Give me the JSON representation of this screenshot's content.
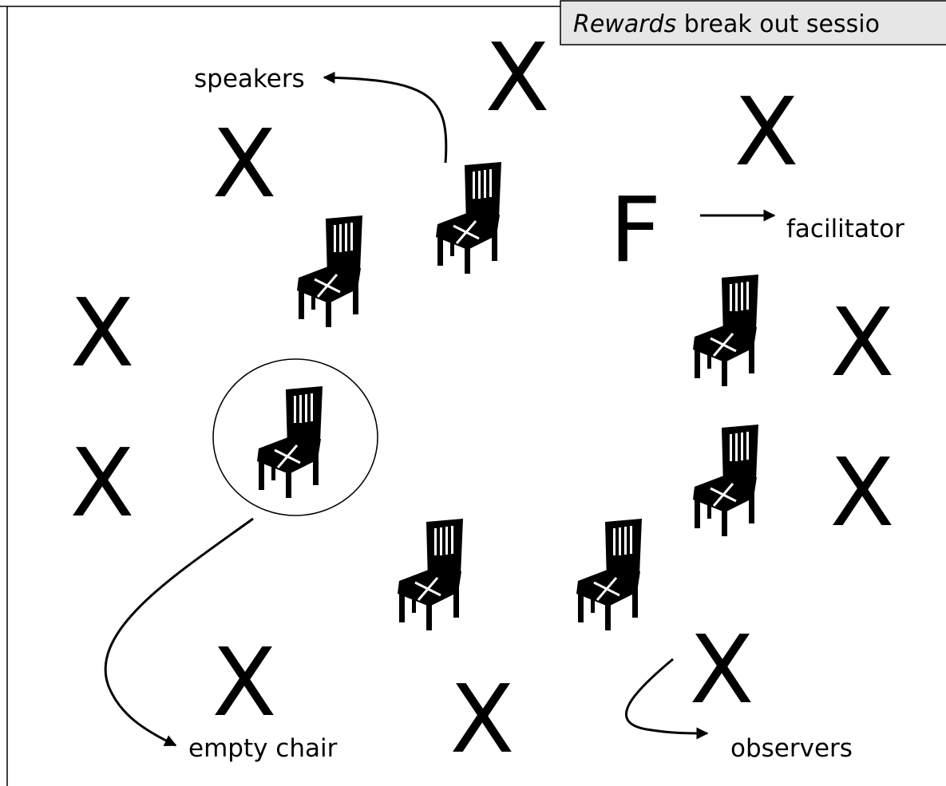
{
  "title": {
    "emphasis": "Rewards",
    "rest": " break out sessio"
  },
  "labels": {
    "speakers": "speakers",
    "facilitator": "facilitator",
    "empty_chair": "empty chair",
    "observers": "observers"
  },
  "marks": {
    "observer": "X",
    "facilitator": "F"
  },
  "icons": {
    "chair": "chair-icon"
  },
  "colors": {
    "ink": "#000000",
    "title_box_fill": "#e6e6e6",
    "background": "#ffffff"
  }
}
